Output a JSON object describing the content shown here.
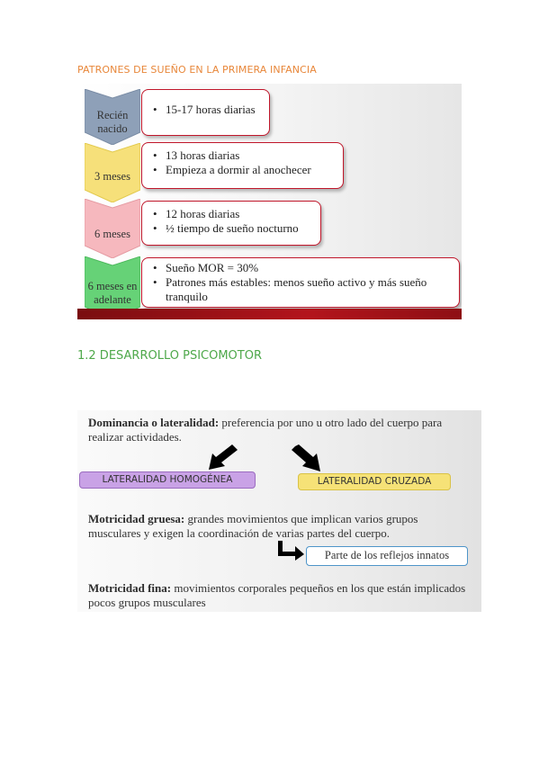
{
  "section1": {
    "heading": "PATRONES DE SUEÑO EN LA PRIMERA INFANCIA",
    "rows": [
      {
        "stage": [
          "Recién",
          "nacido"
        ],
        "color": "#8ea0b8",
        "items": [
          "15-17 horas diarias"
        ]
      },
      {
        "stage": [
          "3 meses"
        ],
        "color": "#f6e07a",
        "items": [
          "13 horas diarias",
          "Empieza a dormir al anochecer"
        ]
      },
      {
        "stage": [
          "6 meses"
        ],
        "color": "#f6b8be",
        "items": [
          "12 horas diarias",
          "½ tiempo de sueño nocturno"
        ]
      },
      {
        "stage": [
          "6 meses en",
          "adelante"
        ],
        "color": "#66d277",
        "items": [
          "Sueño MOR = 30%",
          "Patrones más estables: menos sueño activo y más sueño tranquilo"
        ]
      }
    ]
  },
  "section2": {
    "heading": "1.2 DESARROLLO PSICOMOTOR",
    "dominancia": {
      "term": "Dominancia o lateralidad:",
      "text": " preferencia por uno u otro lado del cuerpo para realizar actividades."
    },
    "lat_homogenea": "LATERALIDAD HOMOGÉNEA",
    "lat_cruzada": "LATERALIDAD CRUZADA",
    "gruesa": {
      "term": "Motricidad gruesa:",
      "text": " grandes movimientos que implican varios grupos musculares y exigen la coordinación de varias partes del cuerpo."
    },
    "reflejos": "Parte de los reflejos innatos",
    "fina": {
      "term": "Motricidad fina:",
      "text": " movimientos corporales pequeños en los que están implicados pocos grupos musculares"
    }
  }
}
